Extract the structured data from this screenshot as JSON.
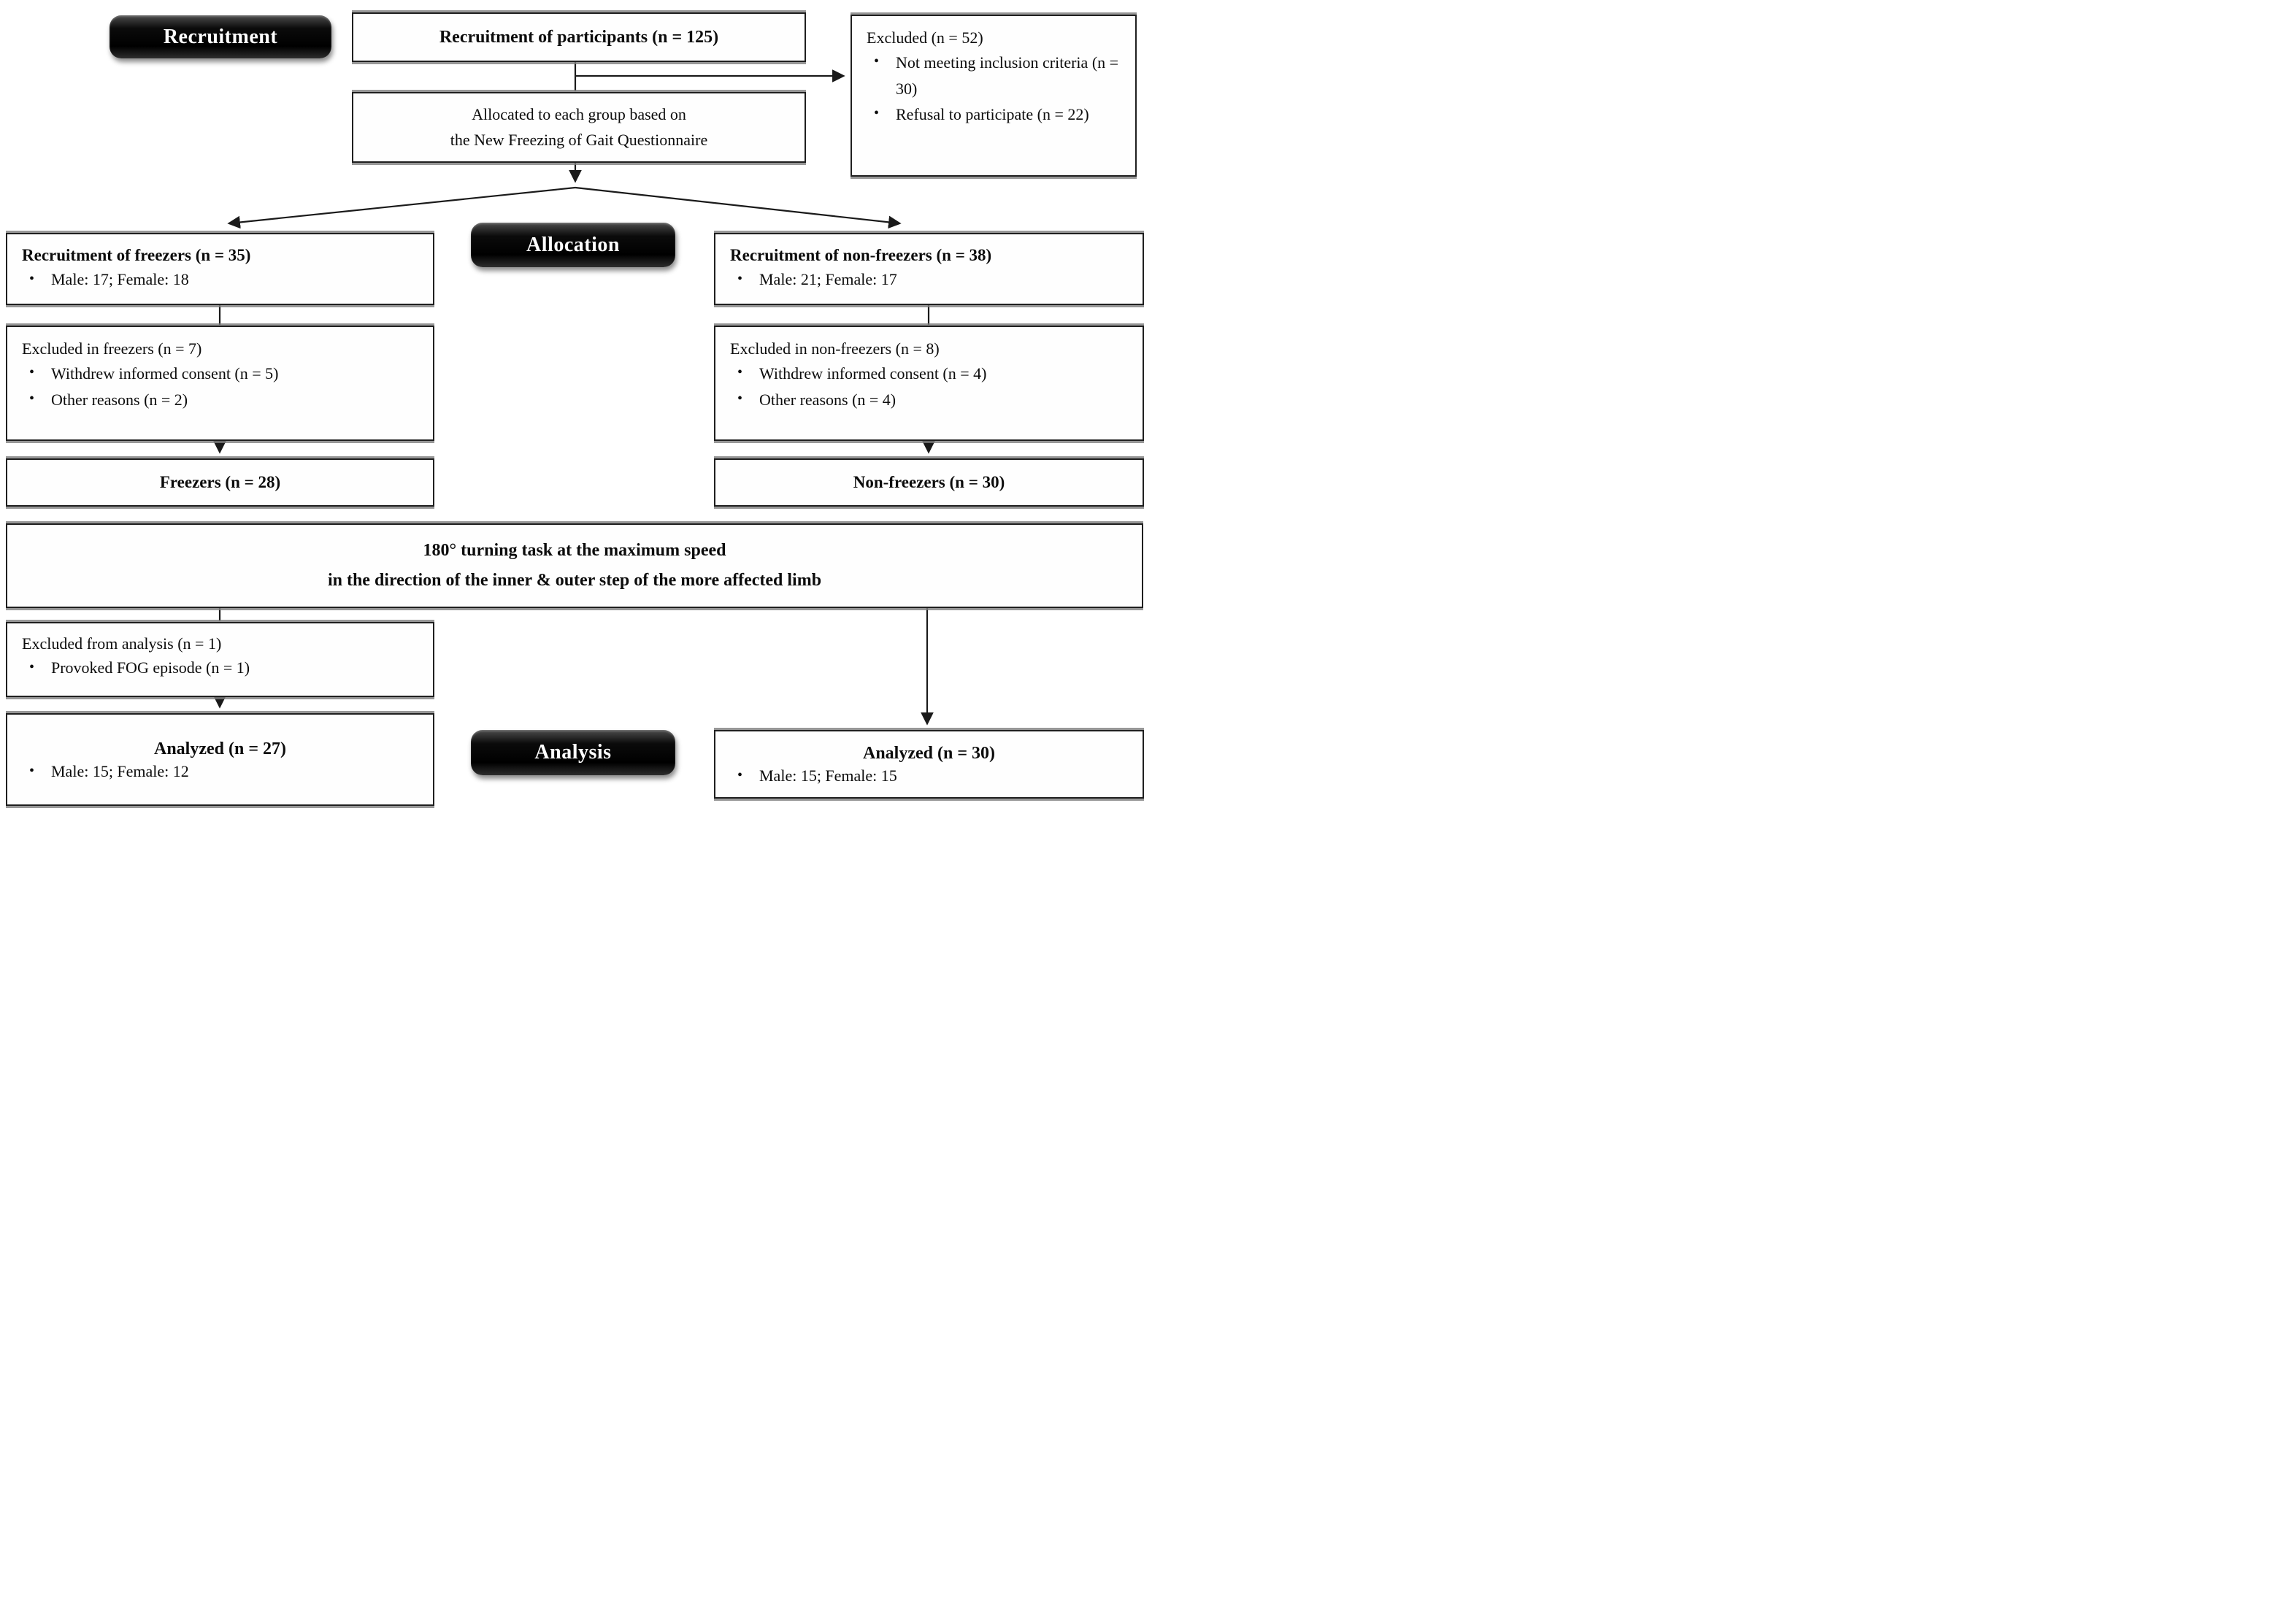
{
  "stage_labels": {
    "recruitment": "Recruitment",
    "allocation": "Allocation",
    "analysis": "Analysis"
  },
  "boxes": {
    "participants": {
      "title": "Recruitment of participants (n = 125)"
    },
    "excluded_recruitment": {
      "title": "Excluded (n = 52)",
      "bullets": [
        "Not meeting inclusion criteria (n = 30)",
        "Refusal to participate (n = 22)"
      ]
    },
    "allocation_method": {
      "line1": "Allocated to each group based on",
      "line2": "the New Freezing of Gait Questionnaire"
    },
    "freezers_recruited": {
      "title": "Recruitment of freezers (n = 35)",
      "bullets": [
        "Male: 17; Female: 18"
      ]
    },
    "non_freezers_recruited": {
      "title": "Recruitment of non-freezers (n = 38)",
      "bullets": [
        "Male: 21; Female: 17"
      ]
    },
    "freezers_excluded": {
      "title": "Excluded in freezers (n = 7)",
      "bullets": [
        "Withdrew informed consent (n = 5)",
        "Other reasons (n = 2)"
      ]
    },
    "non_freezers_excluded": {
      "title": "Excluded in non-freezers (n = 8)",
      "bullets": [
        "Withdrew informed consent (n = 4)",
        "Other reasons (n = 4)"
      ]
    },
    "freezers_final": {
      "title": "Freezers (n = 28)"
    },
    "non_freezers_final": {
      "title": "Non-freezers (n = 30)"
    },
    "task": {
      "line1": "180° turning task at the maximum speed",
      "line2": "in the direction of the inner & outer step of the more affected limb"
    },
    "analysis_excluded": {
      "title": "Excluded from analysis (n = 1)",
      "bullets": [
        "Provoked FOG episode (n = 1)"
      ]
    },
    "freezers_analyzed": {
      "title": "Analyzed (n = 27)",
      "bullets": [
        "Male: 15; Female: 12"
      ]
    },
    "non_freezers_analyzed": {
      "title": "Analyzed (n = 30)",
      "bullets": [
        "Male: 15; Female: 15"
      ]
    }
  },
  "colors": {
    "pill_background": "#000000",
    "pill_text": "#ffffff",
    "box_border": "#1f1f1f",
    "box_background": "#ffffff",
    "connector_line": "#1a1a1a",
    "page_background": "#ffffff"
  }
}
